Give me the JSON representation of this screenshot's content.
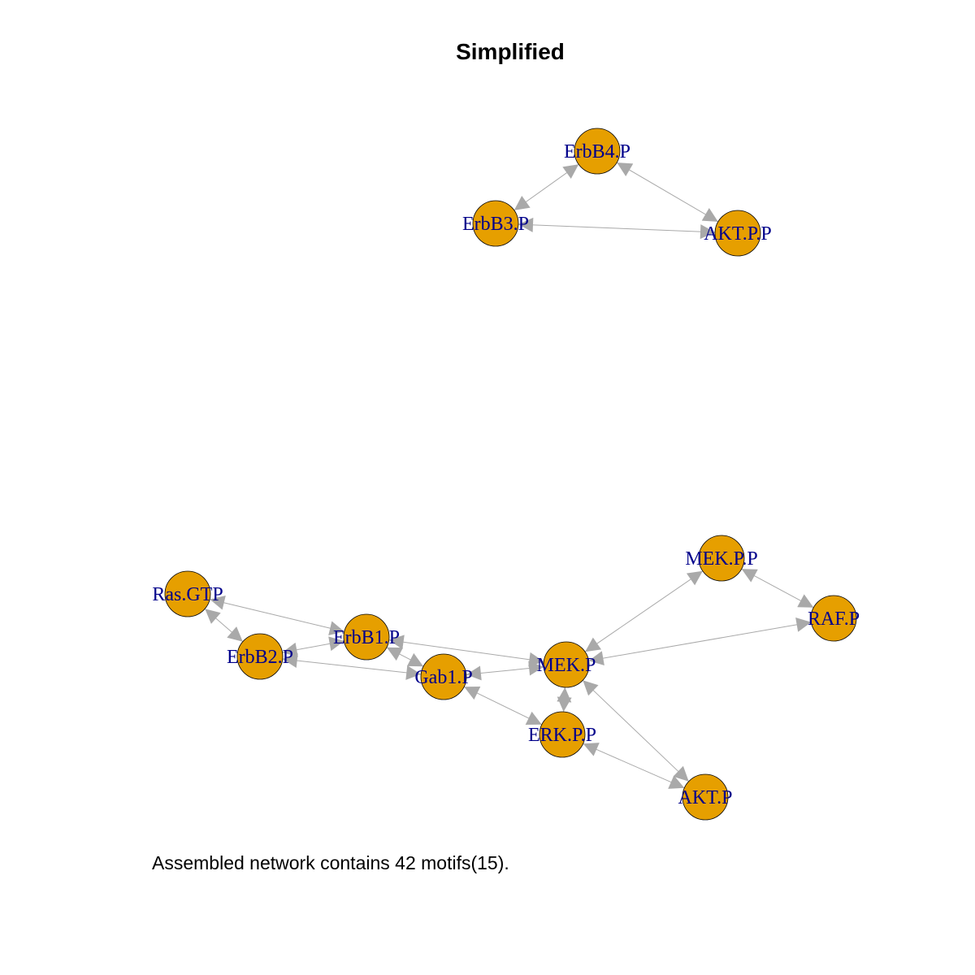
{
  "title": "Simplified",
  "caption": "Assembled network contains 42 motifs(15).",
  "colors": {
    "node_fill": "#e69f00",
    "node_border": "#000000",
    "edge": "#a9a9a9",
    "label": "#00008b"
  },
  "nodes": [
    {
      "id": "ErbB4.P",
      "label": "ErbB4.P"
    },
    {
      "id": "ErbB3.P",
      "label": "ErbB3.P"
    },
    {
      "id": "AKT.P.P",
      "label": "AKT.P.P"
    },
    {
      "id": "MEK.P.P",
      "label": "MEK.P.P"
    },
    {
      "id": "Ras.GTP",
      "label": "Ras.GTP"
    },
    {
      "id": "RAF.P",
      "label": "RAF.P"
    },
    {
      "id": "ErbB1.P",
      "label": "ErbB1.P"
    },
    {
      "id": "ErbB2.P",
      "label": "ErbB2.P"
    },
    {
      "id": "MEK.P",
      "label": "MEK.P"
    },
    {
      "id": "Gab1.P",
      "label": "Gab1.P"
    },
    {
      "id": "ERK.P.P",
      "label": "ERK.P.P"
    },
    {
      "id": "AKT.P",
      "label": "AKT.P"
    }
  ],
  "edges": [
    {
      "a": "ErbB4.P",
      "b": "ErbB3.P"
    },
    {
      "a": "ErbB4.P",
      "b": "AKT.P.P"
    },
    {
      "a": "ErbB3.P",
      "b": "AKT.P.P"
    },
    {
      "a": "Ras.GTP",
      "b": "ErbB1.P"
    },
    {
      "a": "Ras.GTP",
      "b": "ErbB2.P"
    },
    {
      "a": "ErbB2.P",
      "b": "ErbB1.P"
    },
    {
      "a": "ErbB2.P",
      "b": "Gab1.P"
    },
    {
      "a": "ErbB1.P",
      "b": "Gab1.P"
    },
    {
      "a": "ErbB1.P",
      "b": "MEK.P"
    },
    {
      "a": "Gab1.P",
      "b": "MEK.P"
    },
    {
      "a": "Gab1.P",
      "b": "ERK.P.P"
    },
    {
      "a": "MEK.P",
      "b": "MEK.P.P"
    },
    {
      "a": "MEK.P",
      "b": "RAF.P"
    },
    {
      "a": "MEK.P.P",
      "b": "RAF.P"
    },
    {
      "a": "MEK.P",
      "b": "ERK.P.P"
    },
    {
      "a": "MEK.P",
      "b": "AKT.P"
    },
    {
      "a": "ERK.P.P",
      "b": "AKT.P"
    }
  ]
}
